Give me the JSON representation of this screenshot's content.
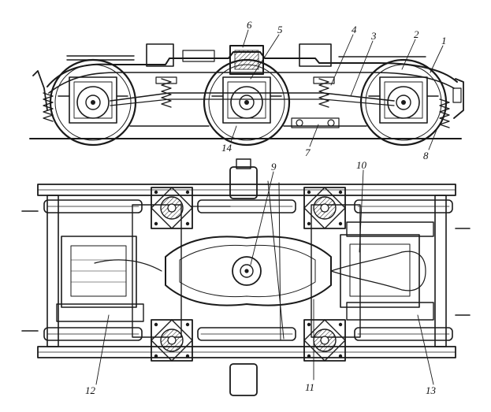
{
  "callouts": {
    "c1": "1",
    "c2": "2",
    "c3": "3",
    "c4": "4",
    "c5": "5",
    "c6": "6",
    "c7": "7",
    "c8": "8",
    "c9": "9",
    "c10": "10",
    "c11": "11",
    "c12": "12",
    "c13": "13",
    "c14": "14"
  },
  "colors": {
    "ink": "#1a1a1a",
    "paper": "#ffffff"
  }
}
